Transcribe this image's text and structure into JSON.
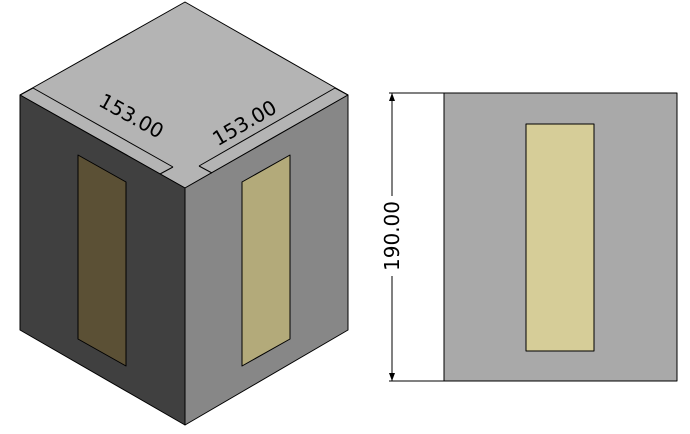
{
  "dimensions": {
    "width_1": "153.00",
    "width_2": "153.00",
    "height": "190.00"
  },
  "colors": {
    "top_face": "#b4b4b4",
    "left_face": "#404040",
    "right_face": "#878787",
    "left_window": "#5b5035",
    "right_window": "#b3aa7a",
    "front_face": "#a9a9a9",
    "front_window": "#d6cd98"
  }
}
